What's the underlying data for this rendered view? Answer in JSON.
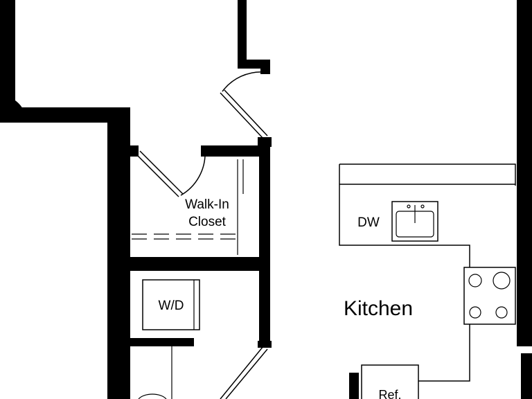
{
  "rooms": {
    "walk_in_closet": [
      "Walk-In",
      "Closet"
    ],
    "kitchen": "Kitchen"
  },
  "fixtures": {
    "dishwasher": "DW",
    "washer_dryer": "W/D",
    "refrigerator": "Ref."
  },
  "colors": {
    "wall": "#000000",
    "background": "#ffffff"
  }
}
